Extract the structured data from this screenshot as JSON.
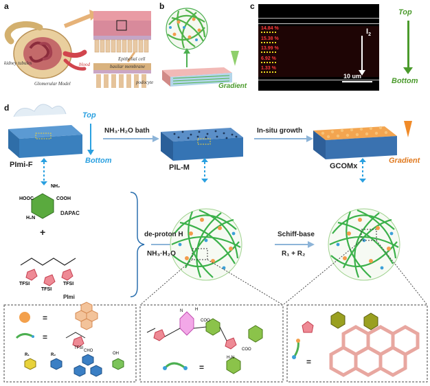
{
  "panels": {
    "a": "a",
    "b": "b",
    "c": "c",
    "d": "d"
  },
  "panel_a": {
    "kidney_tubules": "kidney tubules",
    "blood": "blood",
    "glomerular_model": "Glomerular Model",
    "epithelial_cell": "Epithelial cell",
    "basilar_membrane": "basilar membrane",
    "podocyte": "podocyte"
  },
  "panel_b": {
    "gradient": "Gradient"
  },
  "panel_c": {
    "percentages": [
      "14.84 %",
      "15.38 %",
      "13.99 %",
      "6.92 %",
      "1.33 %"
    ],
    "i2": "I",
    "i2_sub": "2",
    "scale_bar": "10 um",
    "top": "Top",
    "bottom": "Bottom"
  },
  "panel_d": {
    "top": "Top",
    "bottom": "Bottom",
    "bath": "NH₃·H₂O bath",
    "insitu": "In-situ growth",
    "plmi_f": "PImi-F",
    "pil_m": "PIL-M",
    "gcomx": "GCOMx",
    "gradient": "Gradient",
    "dapac": "DAPAC",
    "plus": "+",
    "plmi": "PImi",
    "deproton": "de-proton H",
    "nh3": "NH₃·H₂O",
    "schiff": "Schiff-base",
    "r1r2": "R₁ + R₂",
    "tfsi": "TFSI",
    "eq": "=",
    "r1": "R₁",
    "r2": "R₂",
    "hooc": "HOOC",
    "cooh": "COOH",
    "nh2": "NH₂",
    "h2n": "H₂N",
    "coo": "COO",
    "cho": "CHO",
    "oh": "OH",
    "h": "H",
    "n": "N"
  }
}
